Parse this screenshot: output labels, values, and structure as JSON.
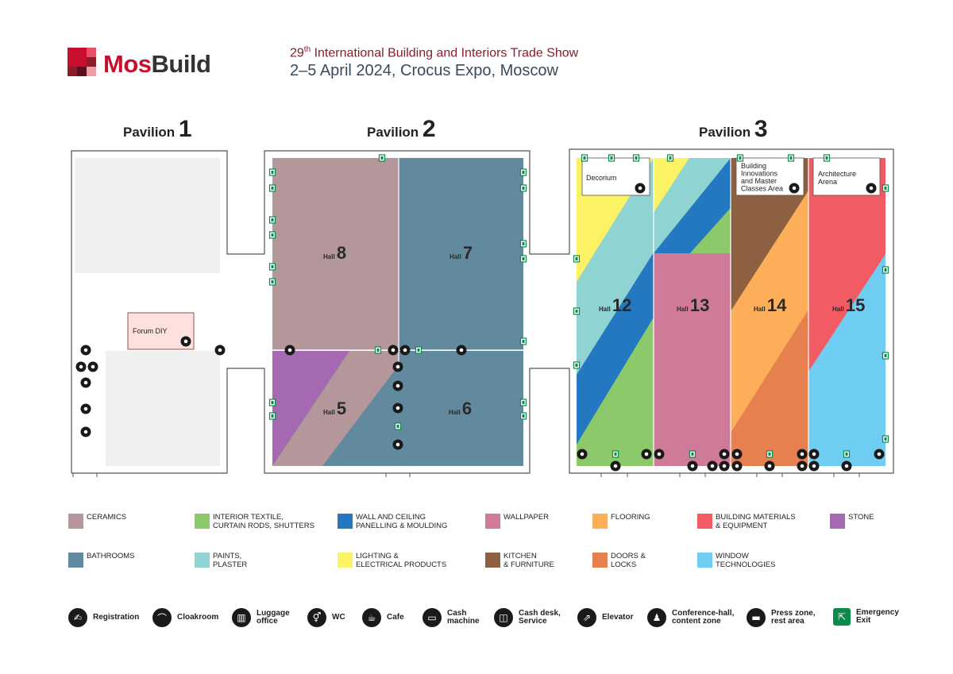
{
  "header": {
    "logo_text_a": "Mos",
    "logo_text_b": "Build",
    "show_number": "29",
    "show_suffix": "th",
    "show_title": " International Building and Interiors Trade Show",
    "show_dates": "2–5 April 2024, Crocus Expo, Moscow"
  },
  "pavilions": [
    {
      "word": "Pavilion",
      "number": "1"
    },
    {
      "word": "Pavilion",
      "number": "2"
    },
    {
      "word": "Pavilion",
      "number": "3"
    }
  ],
  "hall_word": "Hall",
  "halls": [
    "8",
    "7",
    "5",
    "6",
    "12",
    "13",
    "14",
    "15"
  ],
  "zones": {
    "forum_diy": "Forum DIY",
    "decorium": "Decorium",
    "building_innovations": [
      "Building",
      "Innovations",
      "and Master",
      "Classes Area"
    ],
    "architecture_arena": [
      "Architecture",
      "Arena"
    ]
  },
  "colors": {
    "ceramics": "#b3979a",
    "bathrooms": "#628a9e",
    "interior_textile": "#8cc96a",
    "paints_plaster": "#8fd3d3",
    "wall_ceiling": "#2378c0",
    "lighting": "#fcf266",
    "wallpaper": "#d07a9a",
    "kitchen": "#8c6040",
    "flooring": "#fcae58",
    "doors": "#e6804e",
    "building_materials": "#f25a64",
    "window": "#70cdf2",
    "stone": "#a469b0",
    "background_area": "#f0f0f0",
    "forum": "#fde1dc"
  },
  "legend_categories": [
    {
      "label": [
        "CERAMICS"
      ],
      "color": "#b3979a"
    },
    {
      "label": [
        "INTERIOR TEXTILE,",
        "CURTAIN RODS, SHUTTERS"
      ],
      "color": "#8cc96a"
    },
    {
      "label": [
        "WALL AND CEILING",
        "PANELLING & MOULDING"
      ],
      "color": "#2378c0"
    },
    {
      "label": [
        "WALLPAPER"
      ],
      "color": "#d07a9a"
    },
    {
      "label": [
        "FLOORING"
      ],
      "color": "#fcae58"
    },
    {
      "label": [
        "BUILDING MATERIALS",
        "& EQUIPMENT"
      ],
      "color": "#f25a64"
    },
    {
      "label": [
        "STONE"
      ],
      "color": "#a469b0"
    },
    {
      "label": [
        "BATHROOMS"
      ],
      "color": "#628a9e"
    },
    {
      "label": [
        "PAINTS,",
        "PLASTER"
      ],
      "color": "#8fd3d3"
    },
    {
      "label": [
        "LIGHTING &",
        "ELECTRICAL PRODUCTS"
      ],
      "color": "#fcf266"
    },
    {
      "label": [
        "KITCHEN",
        "& FURNITURE"
      ],
      "color": "#8c6040"
    },
    {
      "label": [
        "DOORS &",
        "LOCKS"
      ],
      "color": "#e6804e"
    },
    {
      "label": [
        "WINDOW",
        "TECHNOLOGIES"
      ],
      "color": "#70cdf2"
    }
  ],
  "services": [
    {
      "icon": "registration-icon",
      "glyph": "✍",
      "label": "Registration"
    },
    {
      "icon": "cloakroom-icon",
      "glyph": "⌒",
      "label": "Cloakroom"
    },
    {
      "icon": "luggage-icon",
      "glyph": "▥",
      "label": "Luggage\noffice"
    },
    {
      "icon": "wc-icon",
      "glyph": "⚥",
      "label": "WC"
    },
    {
      "icon": "cafe-icon",
      "glyph": "☕",
      "label": "Cafe"
    },
    {
      "icon": "cash-machine-icon",
      "glyph": "▭",
      "label": "Cash\nmachine"
    },
    {
      "icon": "cash-desk-icon",
      "glyph": "◫",
      "label": "Cash desk,\nService"
    },
    {
      "icon": "elevator-icon",
      "glyph": "⇗",
      "label": "Elevator"
    },
    {
      "icon": "conference-icon",
      "glyph": "♟",
      "label": "Conference-hall,\ncontent zone"
    },
    {
      "icon": "press-zone-icon",
      "glyph": "▬",
      "label": "Press zone,\nrest area"
    },
    {
      "icon": "emergency-exit-icon",
      "glyph": "⇱",
      "label": "Emergency\nExit"
    }
  ]
}
